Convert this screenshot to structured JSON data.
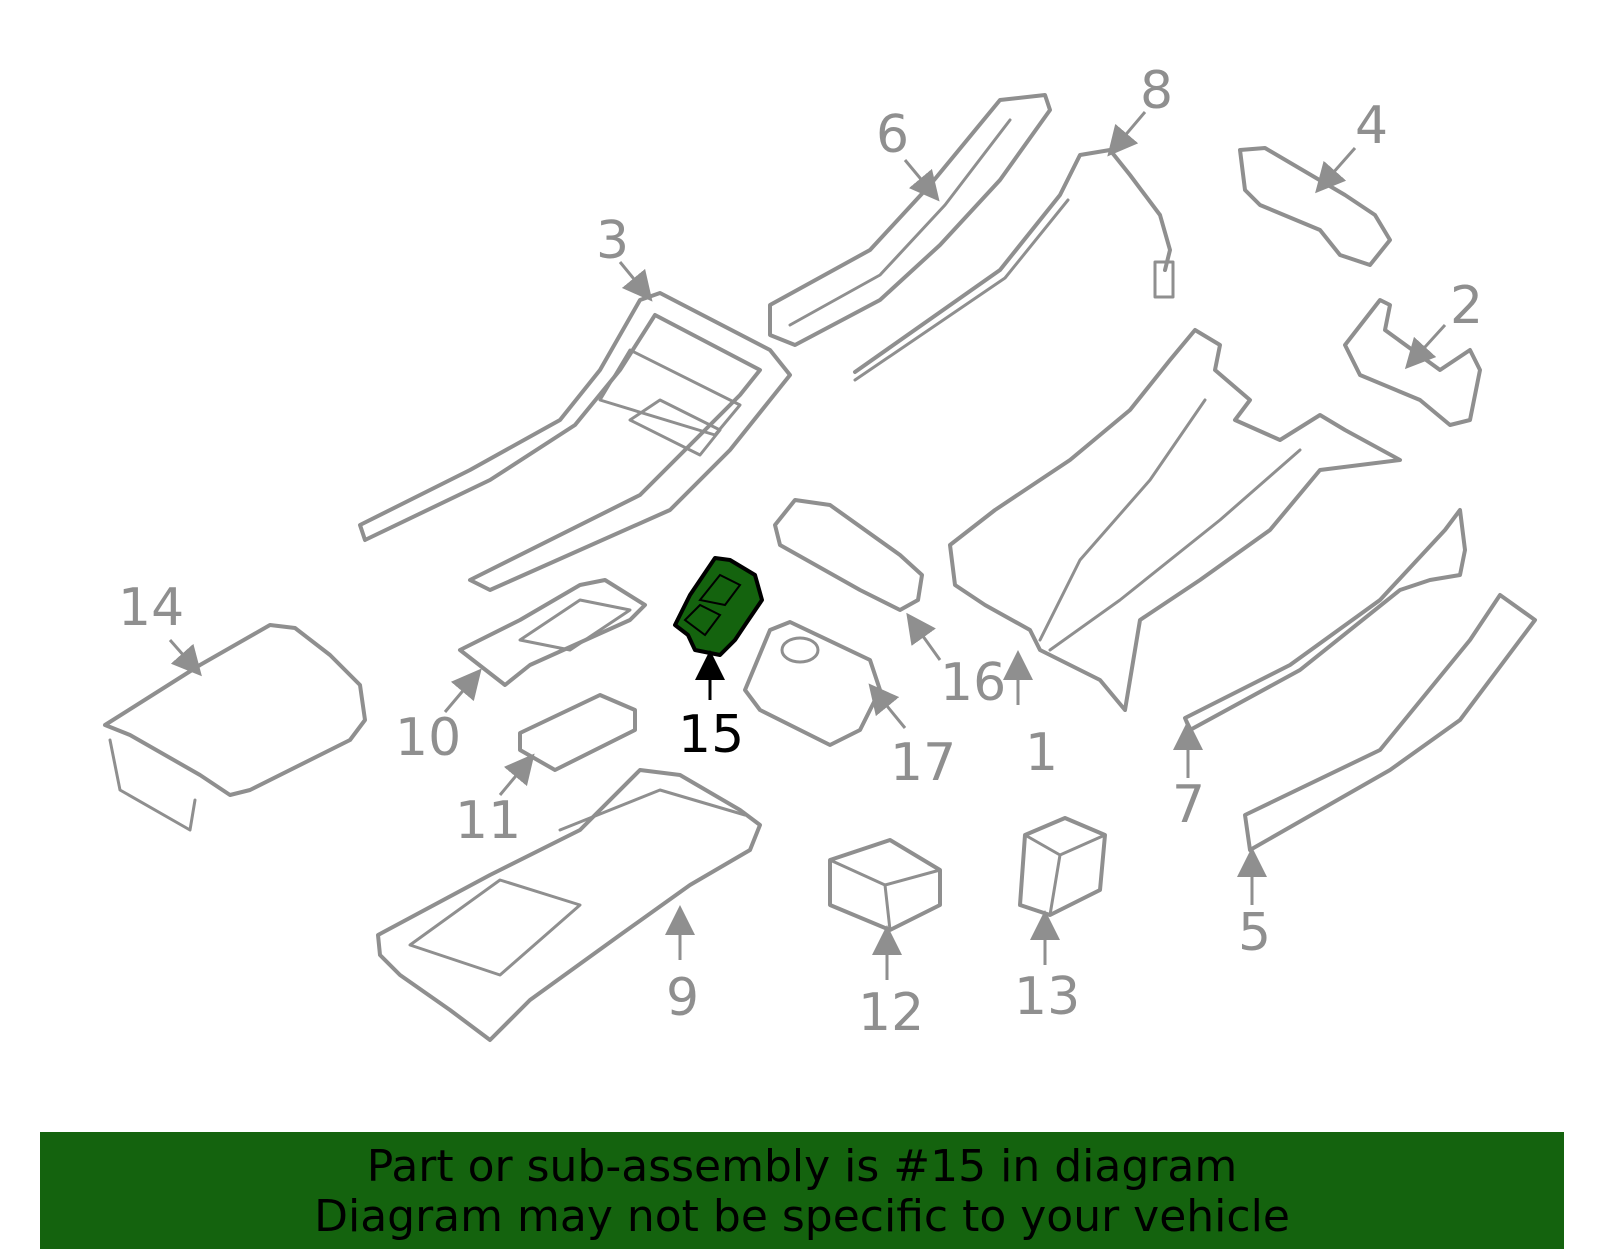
{
  "highlight_color": "#14630e",
  "callout_color": "#8f8f8f",
  "highlighted_part": "15",
  "callouts": {
    "c1": "1",
    "c2": "2",
    "c3": "3",
    "c4": "4",
    "c5": "5",
    "c6": "6",
    "c7": "7",
    "c8": "8",
    "c9": "9",
    "c10": "10",
    "c11": "11",
    "c12": "12",
    "c13": "13",
    "c14": "14",
    "c15": "15",
    "c16": "16",
    "c17": "17"
  },
  "banner": {
    "line1": "Part or sub-assembly is #15 in diagram",
    "line2": "Diagram may not be specific to your vehicle"
  }
}
